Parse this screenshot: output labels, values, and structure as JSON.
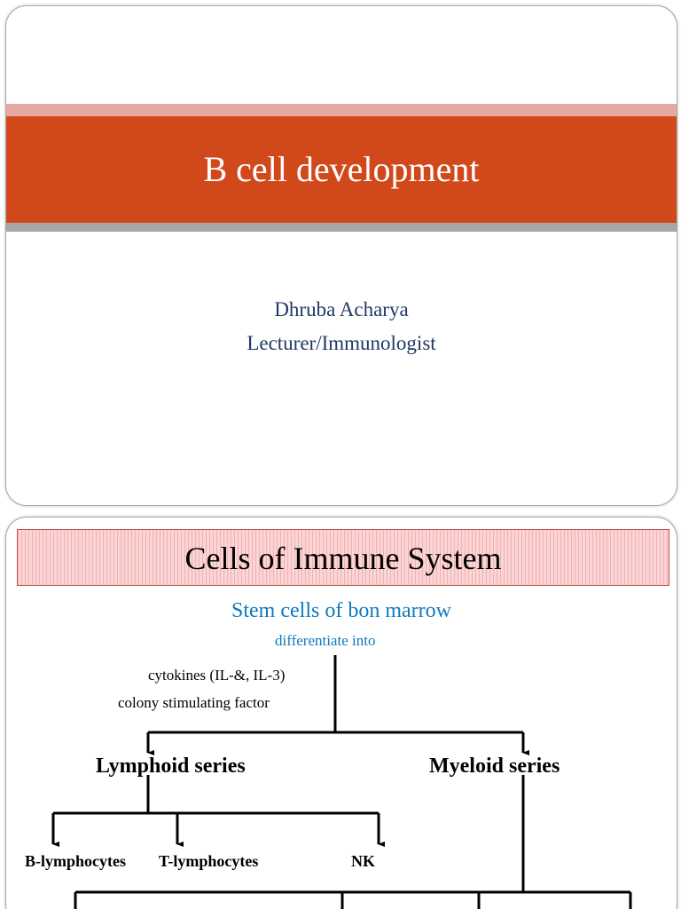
{
  "slide1": {
    "title": "B cell development",
    "author_name": "Dhruba Acharya",
    "author_role": "Lecturer/Immunologist",
    "colors": {
      "title_band": "#d1491b",
      "title_band_top": "#e6a8a2",
      "author_text": "#1f3864"
    }
  },
  "slide2": {
    "heading": "Cells of Immune System",
    "stem_cells": "Stem cells of bon marrow",
    "differentiate": "differentiate into",
    "cytokines": "cytokines (IL-&, IL-3)",
    "csf": "colony stimulating factor",
    "lymphoid": "Lymphoid series",
    "myeloid": "Myeloid series",
    "b_lymph": "B-lymphocytes",
    "t_lymph": "T-lymphocytes",
    "nk": "NK",
    "colors": {
      "heading_fill": "#fbd5d5",
      "heading_border": "#c0504d",
      "blue_text": "#0e79bf"
    }
  }
}
